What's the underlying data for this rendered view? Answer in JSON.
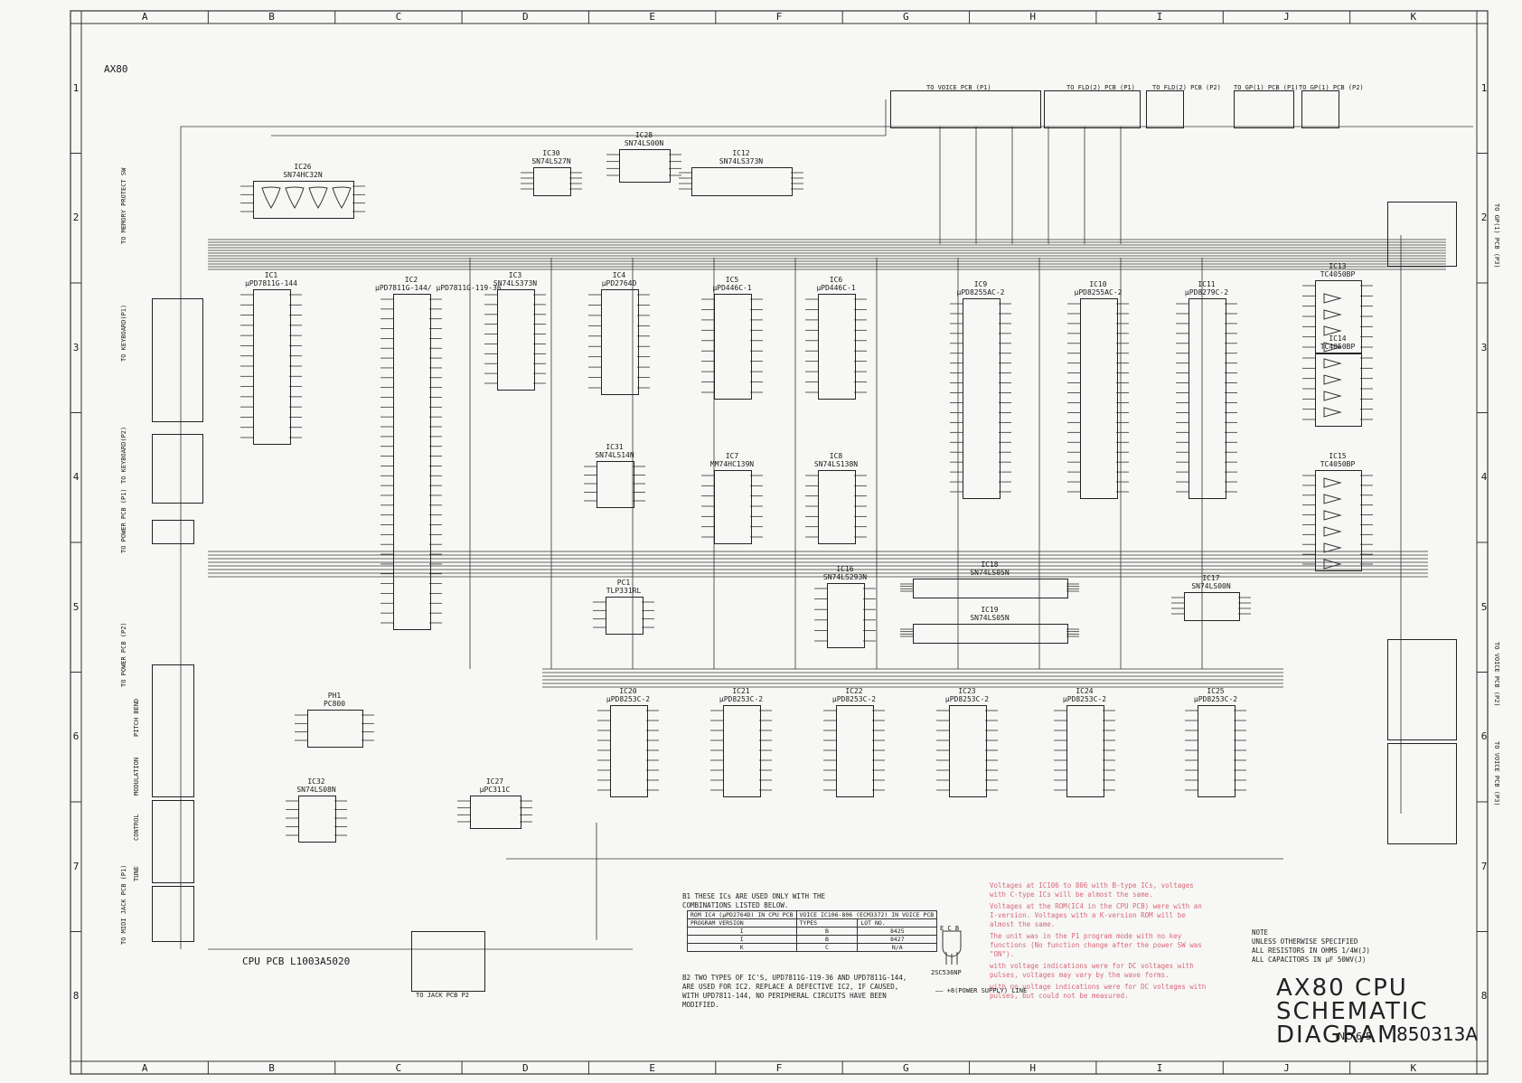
{
  "sheet": {
    "model_tag": "AX80",
    "title_lines": [
      "AX80 CPU",
      "SCHEMATIC DIAGRAM"
    ],
    "doc_number": "NO.6-5",
    "part_number": "850313A",
    "pcb_label": "CPU PCB L1003A5020",
    "supply_line_label": "+8(POWER SUPPLY) LINE",
    "transistor_label": "2SC536NP",
    "transistor_pins": "E C B"
  },
  "zones": {
    "columns": [
      "A",
      "B",
      "C",
      "D",
      "E",
      "F",
      "G",
      "H",
      "I",
      "J",
      "K"
    ],
    "rows": [
      "1",
      "2",
      "3",
      "4",
      "5",
      "6",
      "7",
      "8"
    ]
  },
  "connectors_top": [
    "TO VOICE PCB (P1)",
    "TO FLD(2) PCB (P1)",
    "TO FLD(2) PCB (P2)",
    "TO GP(1) PCB (P1)",
    "TO GP(1) PCB (P2)"
  ],
  "connectors_left": [
    "TO MEMORY PROTECT SW",
    "TO KEYBOARD(P1)",
    "TO KEYBOARD(P2)",
    "TO POWER PCB (P1)",
    "TO POWER PCB (P2)",
    "PITCH BEND",
    "MODULATION",
    "CONTROL",
    "TUNE",
    "TO MIDI JACK PCB (P1)"
  ],
  "connectors_right": [
    "TO GP(1) PCB (P3)",
    "TO VOICE PCB (P2)",
    "TO VOICE PCB (P3)"
  ],
  "connectors_bottom": [
    "TO JACK PCB P2"
  ],
  "ics": [
    {
      "ref": "IC26",
      "part": "SN74HC32N"
    },
    {
      "ref": "IC1",
      "part": "μPD7811G-144"
    },
    {
      "ref": "IC2",
      "part": "μPD7811G-144/ μPD7811G-119-36"
    },
    {
      "ref": "IC3",
      "part": "SN74LS373N"
    },
    {
      "ref": "IC4",
      "part": "μPD2764D"
    },
    {
      "ref": "IC5",
      "part": "μPD446C-1"
    },
    {
      "ref": "IC6",
      "part": "μPD446C-1"
    },
    {
      "ref": "IC7",
      "part": "MM74HC139N"
    },
    {
      "ref": "IC8",
      "part": "SN74LS138N"
    },
    {
      "ref": "IC9",
      "part": "μPD8255AC-2"
    },
    {
      "ref": "IC10",
      "part": "μPD8255AC-2"
    },
    {
      "ref": "IC11",
      "part": "μPD8279C-2"
    },
    {
      "ref": "IC12",
      "part": "SN74LS373N"
    },
    {
      "ref": "IC13",
      "part": "TC4050BP"
    },
    {
      "ref": "IC14",
      "part": "TC4050BP"
    },
    {
      "ref": "IC15",
      "part": "TC4050BP"
    },
    {
      "ref": "IC16",
      "part": "SN74LS293N"
    },
    {
      "ref": "IC17",
      "part": "SN74LS00N"
    },
    {
      "ref": "IC18",
      "part": "SN74LS05N"
    },
    {
      "ref": "IC19",
      "part": "SN74LS05N"
    },
    {
      "ref": "IC20",
      "part": "μPD8253C-2"
    },
    {
      "ref": "IC21",
      "part": "μPD8253C-2"
    },
    {
      "ref": "IC22",
      "part": "μPD8253C-2"
    },
    {
      "ref": "IC23",
      "part": "μPD8253C-2"
    },
    {
      "ref": "IC24",
      "part": "μPD8253C-2"
    },
    {
      "ref": "IC25",
      "part": "μPD8253C-2"
    },
    {
      "ref": "IC27",
      "part": "μPC311C"
    },
    {
      "ref": "IC28",
      "part": "SN74LS00N"
    },
    {
      "ref": "IC30",
      "part": "SN74LS27N"
    },
    {
      "ref": "IC31",
      "part": "SN74LS14N"
    },
    {
      "ref": "IC32",
      "part": "SN74LS08N"
    },
    {
      "ref": "PC1",
      "part": "TLP331RL"
    },
    {
      "ref": "PH1",
      "part": "PC800"
    }
  ],
  "notes": {
    "b1": "B1 THESE ICs ARE USED ONLY WITH THE COMBINATIONS LISTED BELOW.",
    "b2": "B2 TWO TYPES OF IC'S, UPD7811G-119-36 AND UPD7811G-144, ARE USED FOR IC2. REPLACE A DEFECTIVE IC2, IF CAUSED, WITH UPD7811-144, NO PERIPHERAL CIRCUITS HAVE BEEN MODIFIED.",
    "voltage": [
      "Voltages at IC106 to 806 with B-type ICs, voltages with C-type ICs will be almost the same.",
      "Voltages at the ROM(IC4 in the CPU PCB) were with an I-version. Voltages with a K-version ROM will be almost the same.",
      "The unit was in the P1 program mode with no key functions (No function change after the power SW was \"ON\").",
      "with voltage indications were for DC voltages with pulses, voltages may vary by the wave forms.",
      "with no voltage indications were for DC voltages with pulses, but could not be measured."
    ],
    "general": [
      "NOTE",
      "UNLESS OTHERWISE SPECIFIED",
      "ALL RESISTORS IN OHMS 1/4W(J)",
      "ALL CAPACITORS IN μF 50WV(J)"
    ]
  },
  "rom_table": {
    "headers": [
      "ROM IC4 (μPD2764D) IN CPU PCB",
      "VOICE IC106-806 (ECM3372) IN VOICE PCB"
    ],
    "subheaders": [
      "PROGRAM VERSION",
      "TYPES",
      "LOT NO."
    ],
    "rows": [
      [
        "I",
        "B",
        "8425"
      ],
      [
        "I",
        "B",
        "8427"
      ],
      [
        "K",
        "C",
        "N/A"
      ]
    ]
  }
}
